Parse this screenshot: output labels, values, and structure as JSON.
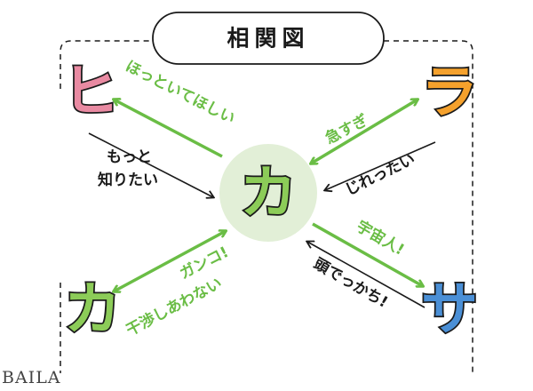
{
  "title": "相関図",
  "colors": {
    "green": "#6abd45",
    "dark": "#1a1a1a",
    "hi": "#e98aa2",
    "ra": "#f5a12c",
    "ka": "#8ccc58",
    "sa": "#4a8fd6",
    "center_bg": "#e2efd7"
  },
  "nodes": {
    "top_left": "ヒ",
    "top_right": "ラ",
    "center": "カ",
    "bottom_left": "カ",
    "bottom_right": "サ"
  },
  "labels": {
    "hi_to_ka": "ほっといてほしい",
    "ka_to_hi_line1": "もっと",
    "ka_to_hi_line2": "知りたい",
    "ka_to_ra": "急すぎ",
    "ra_to_ka": "じれったい",
    "bottom_left_1": "ガンコ!",
    "bottom_left_2": "干渉しあわない",
    "ka_to_sa": "宇宙人!",
    "sa_to_ka": "頭でっかち!"
  },
  "brand": "BAILA"
}
